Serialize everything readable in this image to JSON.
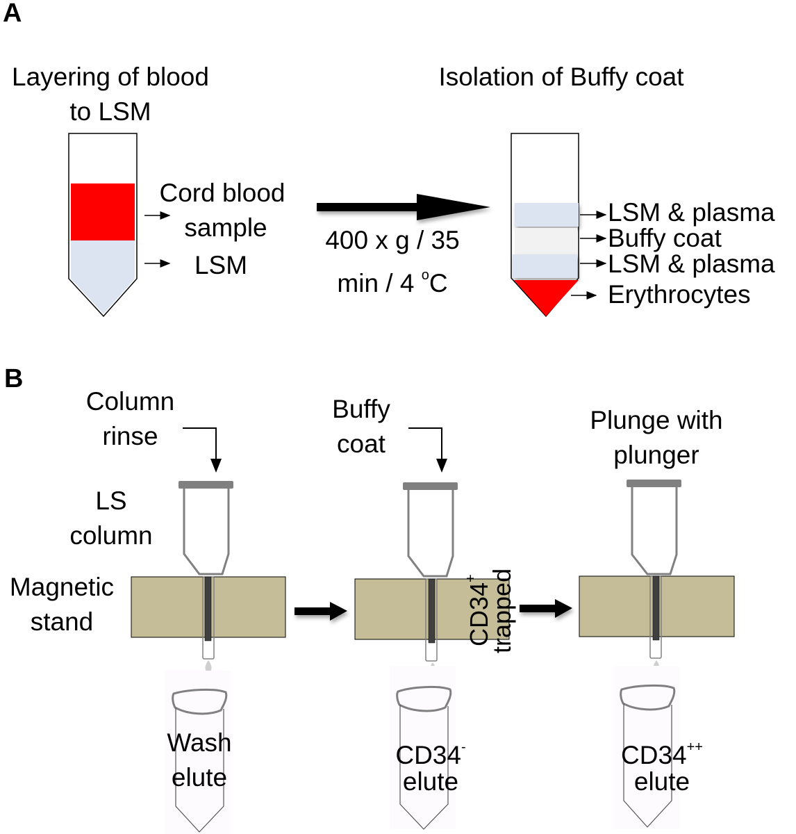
{
  "panels": {
    "a": {
      "letter": "A",
      "left_tube_title_line1": "Layering of blood",
      "left_tube_title_line2": "to LSM",
      "left_tube_labels": [
        "Cord blood",
        "sample",
        "LSM"
      ],
      "centrifuge_line1": "400 x g / 35",
      "centrifuge_line2_pre": "min / 4 ",
      "centrifuge_degree": "o",
      "centrifuge_unit": "C",
      "right_tube_title": "Isolation of Buffy coat",
      "right_tube_layers": [
        "LSM & plasma",
        "Buffy coat",
        "LSM & plasma",
        "Erythrocytes"
      ]
    },
    "b": {
      "letter": "B",
      "step1_title_line1": "Column",
      "step1_title_line2": "rinse",
      "column_label_line1": "LS",
      "column_label_line2": "column",
      "stand_label_line1": "Magnetic",
      "stand_label_line2": "stand",
      "step2_title_line1": "Buffy",
      "step2_title_line2": "coat",
      "trapped_label_pre": "CD34",
      "trapped_label_sup": "+",
      "trapped_label_line2": "trapped",
      "step3_title_line1": "Plunge with",
      "step3_title_line2": "plunger",
      "elute1_line1": "Wash",
      "elute1_line2": "elute",
      "elute2_pre": "CD34",
      "elute2_sup": "-",
      "elute2_line2": "elute",
      "elute3_pre": "CD34",
      "elute3_sup": "++",
      "elute3_line2": "elute"
    }
  },
  "colors": {
    "blood_red": "#ff0000",
    "lsm_blue": "#dbe4f0",
    "buffy_grey": "#f2f2f2",
    "stand_khaki": "#c4bd97",
    "column_grey": "#808080",
    "magnet_dark": "#404040"
  }
}
